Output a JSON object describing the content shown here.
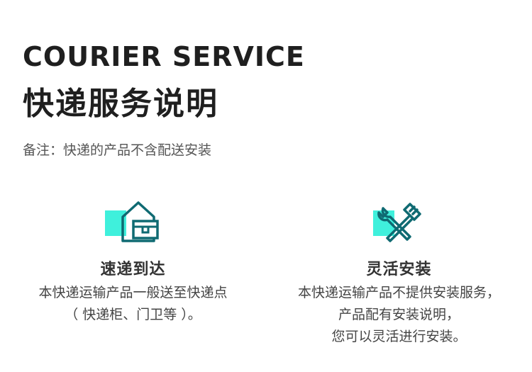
{
  "header": {
    "title_en": "COURIER SERVICE",
    "title_cn": "快递服务说明",
    "note": "备注：快递的产品不含配送安装"
  },
  "colors": {
    "accent": "#3ff0dc",
    "icon_stroke": "#0f6a72",
    "text_dark": "#1f1f1f"
  },
  "features": [
    {
      "icon": "house-package-icon",
      "title": "速递到达",
      "lines": [
        "本快递运输产品一般送至快递点",
        "（ 快递柜、门卫等 ）。"
      ]
    },
    {
      "icon": "tools-icon",
      "title": "灵活安装",
      "lines": [
        "本快递运输产品不提供安装服务，",
        "产品配有安装说明，",
        "您可以灵活进行安装。"
      ]
    }
  ]
}
